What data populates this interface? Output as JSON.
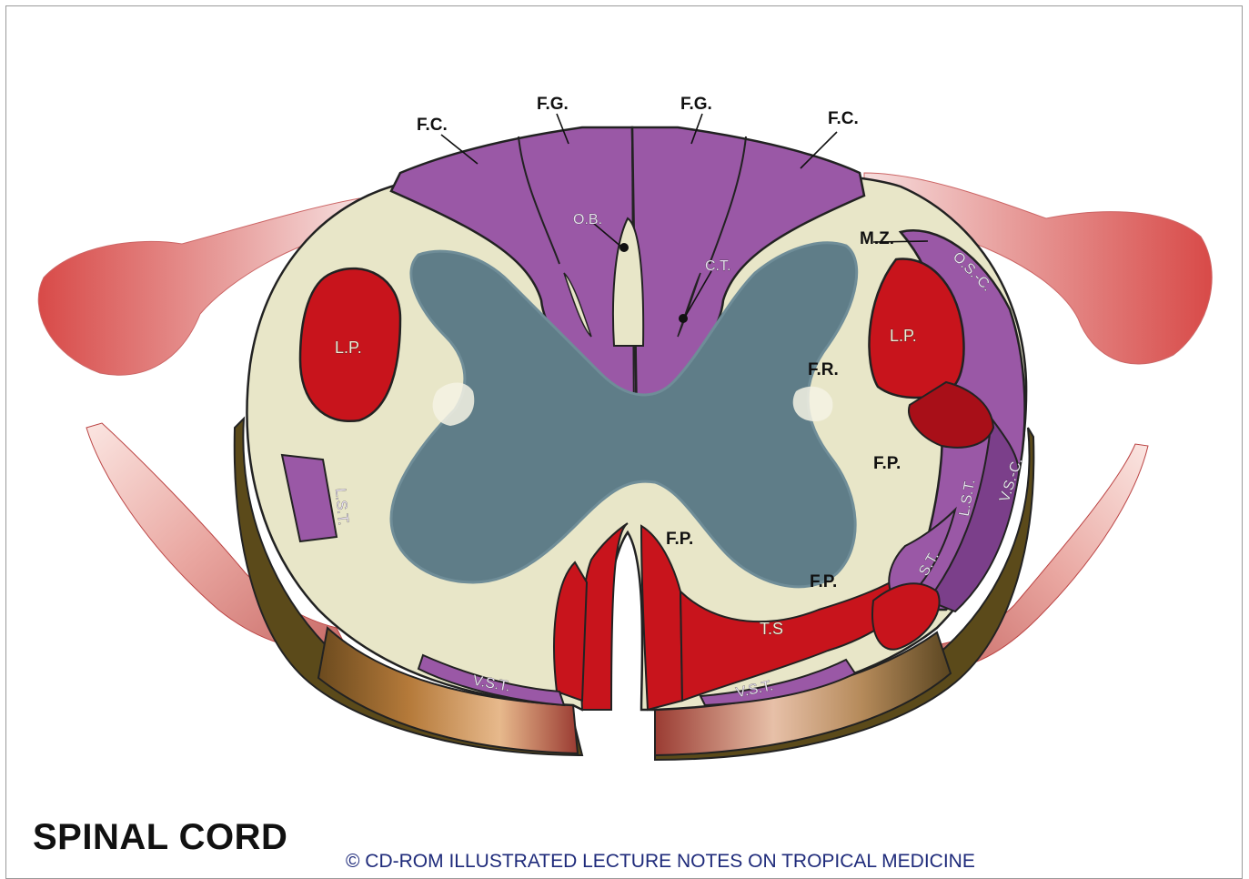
{
  "title": "SPINAL CORD",
  "copyright": "© CD-ROM ILLUSTRATED LECTURE NOTES ON TROPICAL MEDICINE",
  "labels": {
    "fc_left": "F.C.",
    "fg_left": "F.G.",
    "fg_right": "F.G.",
    "fc_right": "F.C.",
    "ob": "O.B.",
    "ct": "C.T.",
    "mz": "M.Z.",
    "osc": "O.S.-C.",
    "lp_left": "L.P.",
    "lp_right": "L.P.",
    "fr": "F.R.",
    "fp_right": "F.P.",
    "fp_center": "F.P.",
    "fp_bottom": "F.P.",
    "lst_left": "L.S.T.",
    "lst_right": "L.S.T.",
    "vsc": "V.S.-C.",
    "st": "S.T.",
    "ts": "T.S",
    "vst_left": "V.S.T.",
    "vst_right": "V.S.T."
  },
  "colors": {
    "white_matter": "#e8e6c8",
    "grey_matter": "#5f7d88",
    "dorsal_columns": "#9a58a6",
    "tracts_red": "#c8141c",
    "nerve_roots": "#e59a98",
    "cut_surface": "#6a5a1e"
  }
}
